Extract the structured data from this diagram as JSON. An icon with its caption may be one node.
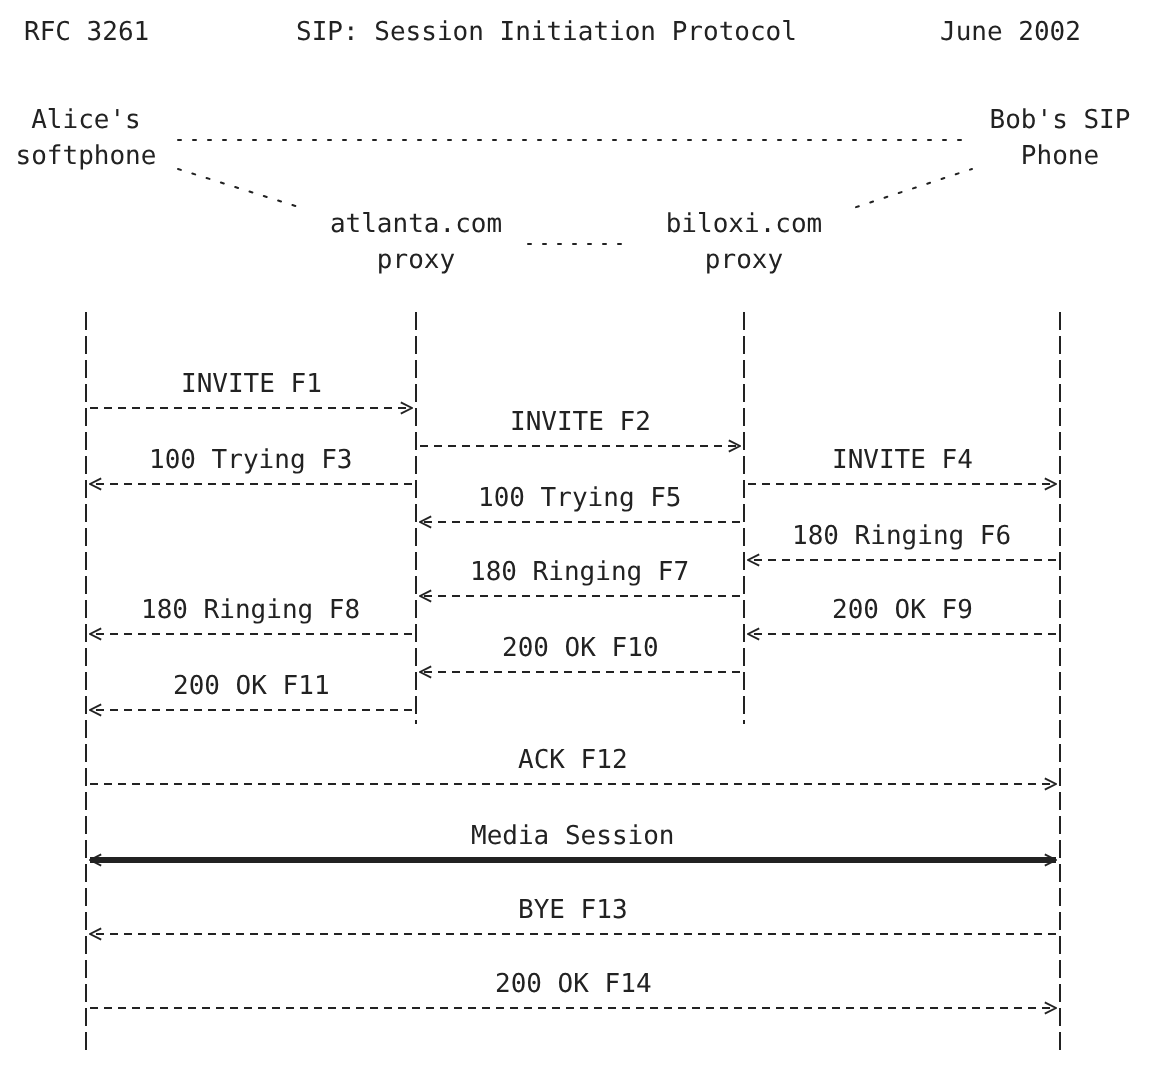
{
  "diagram": {
    "title": "SIP: Session Initiation Protocol",
    "nodes": [
      {
        "text": [
          "Alice's softphone"
        ]
      },
      {
        "text": [
          "atlanta.com proxy"
        ]
      },
      {
        "text": [
          "biloxi.com proxy"
        ]
      },
      {
        "text": [
          "Bob's SIP Phone"
        ]
      }
    ],
    "edges": [
      {
        "from": 0,
        "to": 1,
        "arrow": "none",
        "style": "dashed"
      },
      {
        "from": 1,
        "to": 2,
        "arrow": "none",
        "style": "dashed"
      },
      {
        "from": 2,
        "to": 3,
        "arrow": "none",
        "style": "dashed"
      },
      {
        "from": 0,
        "to": 3,
        "arrow": "none",
        "style": "dashed"
      },
      {
        "from": 0,
        "to": 1,
        "arrow": "to",
        "label": "INVITE F1",
        "style": "dashed"
      },
      {
        "from": 1,
        "to": 2,
        "arrow": "to",
        "label": "INVITE F2",
        "style": "dashed"
      },
      {
        "from": 1,
        "to": 0,
        "arrow": "to",
        "label": "100 Trying F3",
        "style": "dashed"
      },
      {
        "from": 2,
        "to": 3,
        "arrow": "to",
        "label": "INVITE F4",
        "style": "dashed"
      },
      {
        "from": 2,
        "to": 1,
        "arrow": "to",
        "label": "100 Trying F5",
        "style": "dashed"
      },
      {
        "from": 3,
        "to": 2,
        "arrow": "to",
        "label": "180 Ringing F6",
        "style": "dashed"
      },
      {
        "from": 2,
        "to": 1,
        "arrow": "to",
        "label": "180 Ringing F7",
        "style": "dashed"
      },
      {
        "from": 1,
        "to": 0,
        "arrow": "to",
        "label": "180 Ringing F8",
        "style": "dashed"
      },
      {
        "from": 3,
        "to": 2,
        "arrow": "to",
        "label": "200 OK F9",
        "style": "dashed"
      },
      {
        "from": 2,
        "to": 1,
        "arrow": "to",
        "label": "200 OK F10",
        "style": "dashed"
      },
      {
        "from": 1,
        "to": 0,
        "arrow": "to",
        "label": "200 OK F11",
        "style": "dashed"
      },
      {
        "from": 0,
        "to": 3,
        "arrow": "to",
        "label": "ACK F12",
        "style": "dashed"
      },
      {
        "from": 0,
        "to": 3,
        "arrow": "both",
        "label": "Media Session",
        "style": "thick"
      },
      {
        "from": 3,
        "to": 0,
        "arrow": "to",
        "label": "BYE F13",
        "style": "dashed"
      },
      {
        "from": 0,
        "to": 3,
        "arrow": "to",
        "label": "200 OK F14",
        "style": "dashed"
      }
    ],
    "labels": [
      "RFC 3261",
      "June 2002"
    ]
  }
}
